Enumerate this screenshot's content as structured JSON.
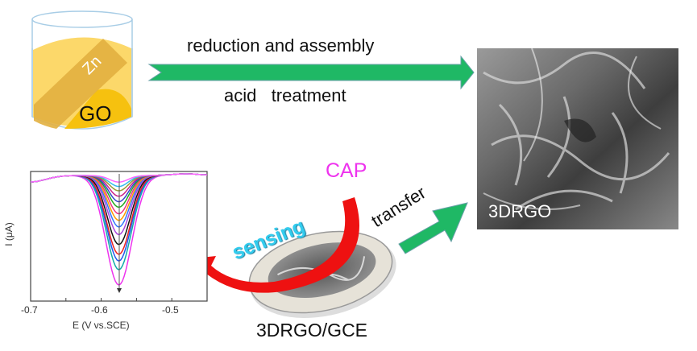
{
  "beaker": {
    "metal_label": "Zn",
    "solution_label": "GO"
  },
  "process": {
    "top_label": "reduction and assembly",
    "bottom_label": "acid   treatment"
  },
  "sem_image": {
    "label": "3DRGO"
  },
  "transfer_label": "transfer",
  "electrode_label": "3DRGO/GCE",
  "analyte_label": "CAP",
  "sensing_label": "sensing",
  "colors": {
    "arrow_green": "#1fb865",
    "arrow_red": "#ee1111",
    "cap_magenta": "#ee33ee",
    "sensing_cyan": "#33ccee",
    "beaker_yellow": "#fcd86a"
  },
  "chart_data": {
    "type": "line",
    "title": "",
    "xlabel": "E (V vs.SCE)",
    "ylabel": "I (μA)",
    "xlim": [
      -0.7,
      -0.45
    ],
    "x_ticks": [
      "-0.7",
      "-0.6",
      "-0.5"
    ],
    "peak_potential": -0.575,
    "series_colors": [
      "#ee33ee",
      "#11aaaa",
      "#2255ee",
      "#ee2222",
      "#111111",
      "#aa44dd",
      "#3377ff",
      "#ff9900",
      "#ee3388",
      "#22aa22",
      "#3344cc",
      "#cc2288",
      "#999933",
      "#33bbee",
      "#ff66ff"
    ],
    "relative_peak_depths": [
      1.0,
      0.86,
      0.78,
      0.72,
      0.63,
      0.54,
      0.47,
      0.41,
      0.35,
      0.29,
      0.24,
      0.19,
      0.14,
      0.1,
      0.06
    ]
  }
}
